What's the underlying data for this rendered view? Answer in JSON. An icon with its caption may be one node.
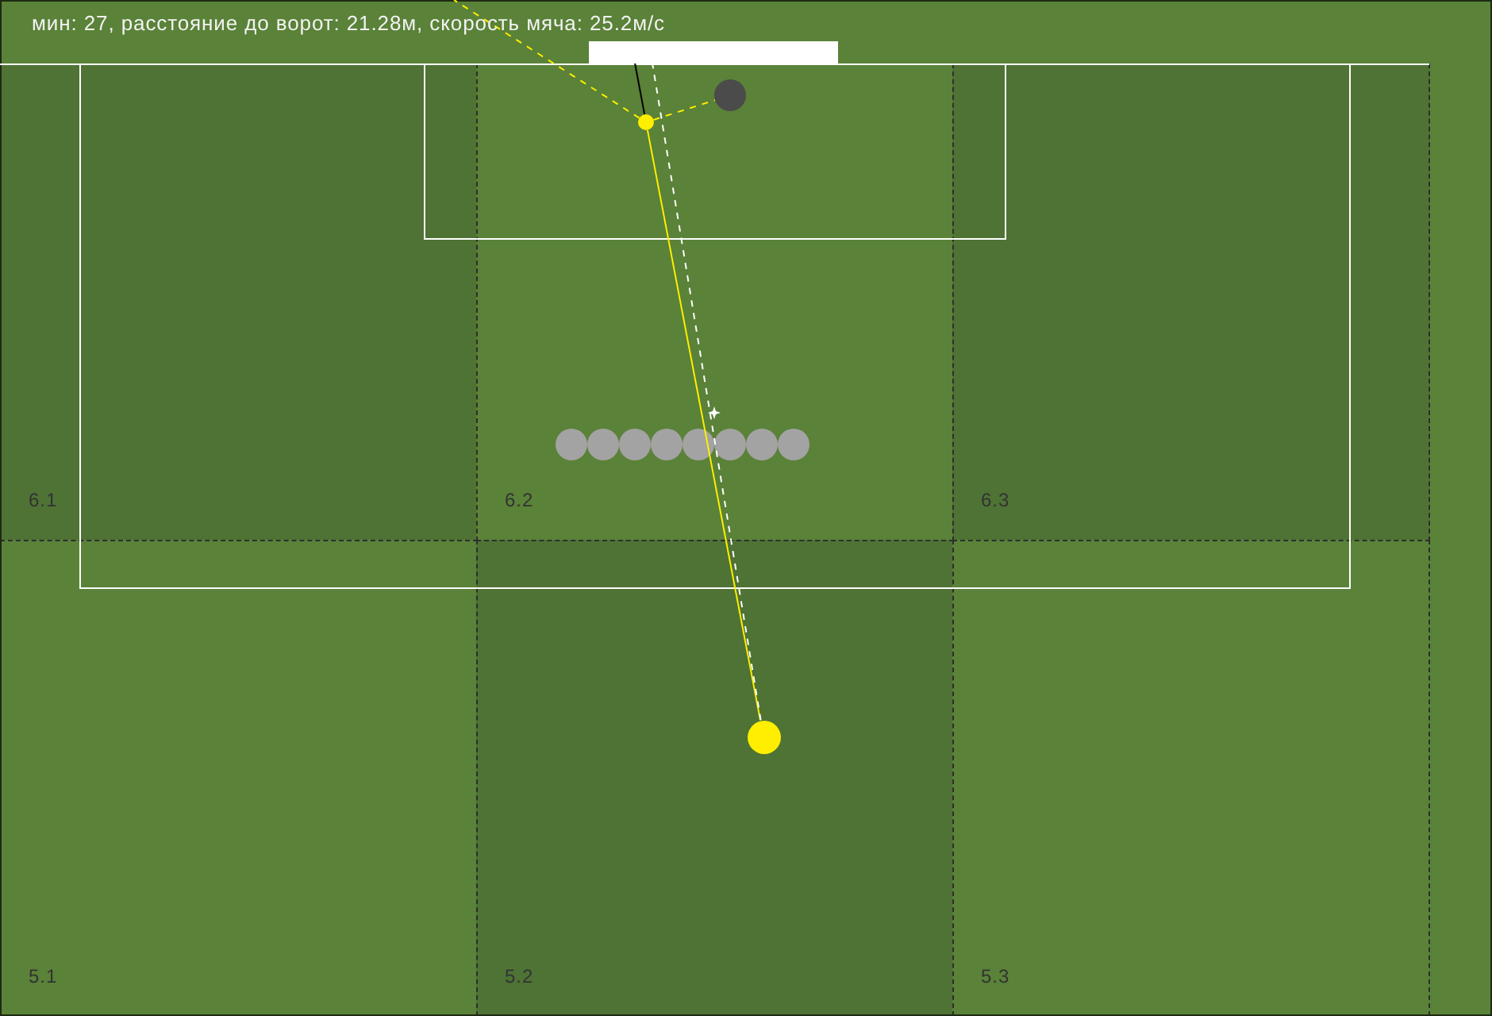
{
  "diagram": {
    "title": "мин: 27, расстояние до ворот: 21.28м, скорость мяча: 25.2м/с",
    "nodes": [
      {
        "text": [],
        "shape": "bar"
      },
      {
        "text": [
          "6.1"
        ]
      },
      {
        "text": [
          "6.2"
        ]
      },
      {
        "text": [],
        "shape": "circle",
        "in": 2
      },
      {
        "text": [],
        "shape": "circle",
        "in": 2
      },
      {
        "text": [
          "6.3"
        ]
      },
      {
        "text": [
          "5.1"
        ]
      },
      {
        "text": [
          "5.2"
        ]
      },
      {
        "text": [],
        "shape": "circle",
        "in": 7
      },
      {
        "text": [
          "5.3"
        ]
      }
    ],
    "edges": [
      {
        "from": 8,
        "to": 4,
        "arrow": "none"
      },
      {
        "from": 4,
        "to": 3,
        "arrow": "none",
        "style": "dashed"
      },
      {
        "from": 4,
        "to": null,
        "arrow": "none",
        "style": "dashed"
      },
      {
        "from": 4,
        "to": 0,
        "arrow": "none",
        "color": "#000000"
      },
      {
        "from": 8,
        "to": 0,
        "arrow": "none",
        "style": "dashed",
        "color": "#ffffff"
      }
    ]
  }
}
